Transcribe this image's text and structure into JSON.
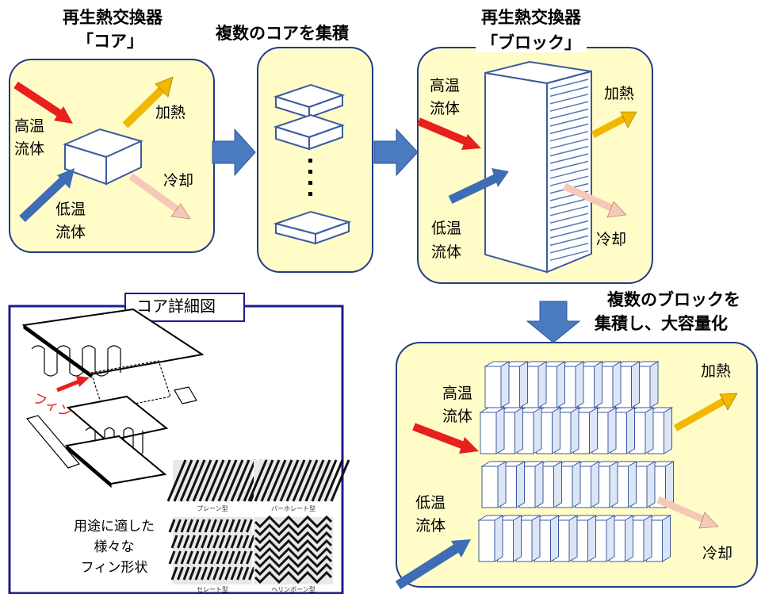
{
  "stage1": {
    "title_line1": "再生熱交換器",
    "title_line2": "「コア」",
    "hot_line1": "高温",
    "hot_line2": "流体",
    "cold_line1": "低温",
    "cold_line2": "流体",
    "heat": "加熱",
    "cool": "冷却"
  },
  "stage2": {
    "title": "複数のコアを集積"
  },
  "stage3": {
    "title_line1": "再生熱交換器",
    "title_line2": "「ブロック」",
    "hot_line1": "高温",
    "hot_line2": "流体",
    "cold_line1": "低温",
    "cold_line2": "流体",
    "heat": "加熱",
    "cool": "冷却"
  },
  "stage4": {
    "title_line1": "複数のブロックを",
    "title_line2": "集積し、大容量化",
    "hot_line1": "高温",
    "hot_line2": "流体",
    "cold_line1": "低温",
    "cold_line2": "流体",
    "heat": "加熱",
    "cool": "冷却"
  },
  "detail": {
    "title": "コア詳細図",
    "fin_label": "フィン",
    "caption_line1": "用途に適した",
    "caption_line2": "様々な",
    "caption_line3": "フィン形状",
    "fin_types": [
      "プレーン型",
      "パーホレート型",
      "セレート型",
      "ヘリンボーン型"
    ]
  },
  "colors": {
    "panel_fill": "#fffcc8",
    "panel_border": "#1f3c88",
    "hot_arrow": "#e8201c",
    "heat_arrow": "#f2b701",
    "cool_arrow": "#f6c8b8",
    "cold_arrow": "#3e6db5",
    "flow_arrow": "#4a7abf",
    "detail_border": "#1c1c8c"
  }
}
